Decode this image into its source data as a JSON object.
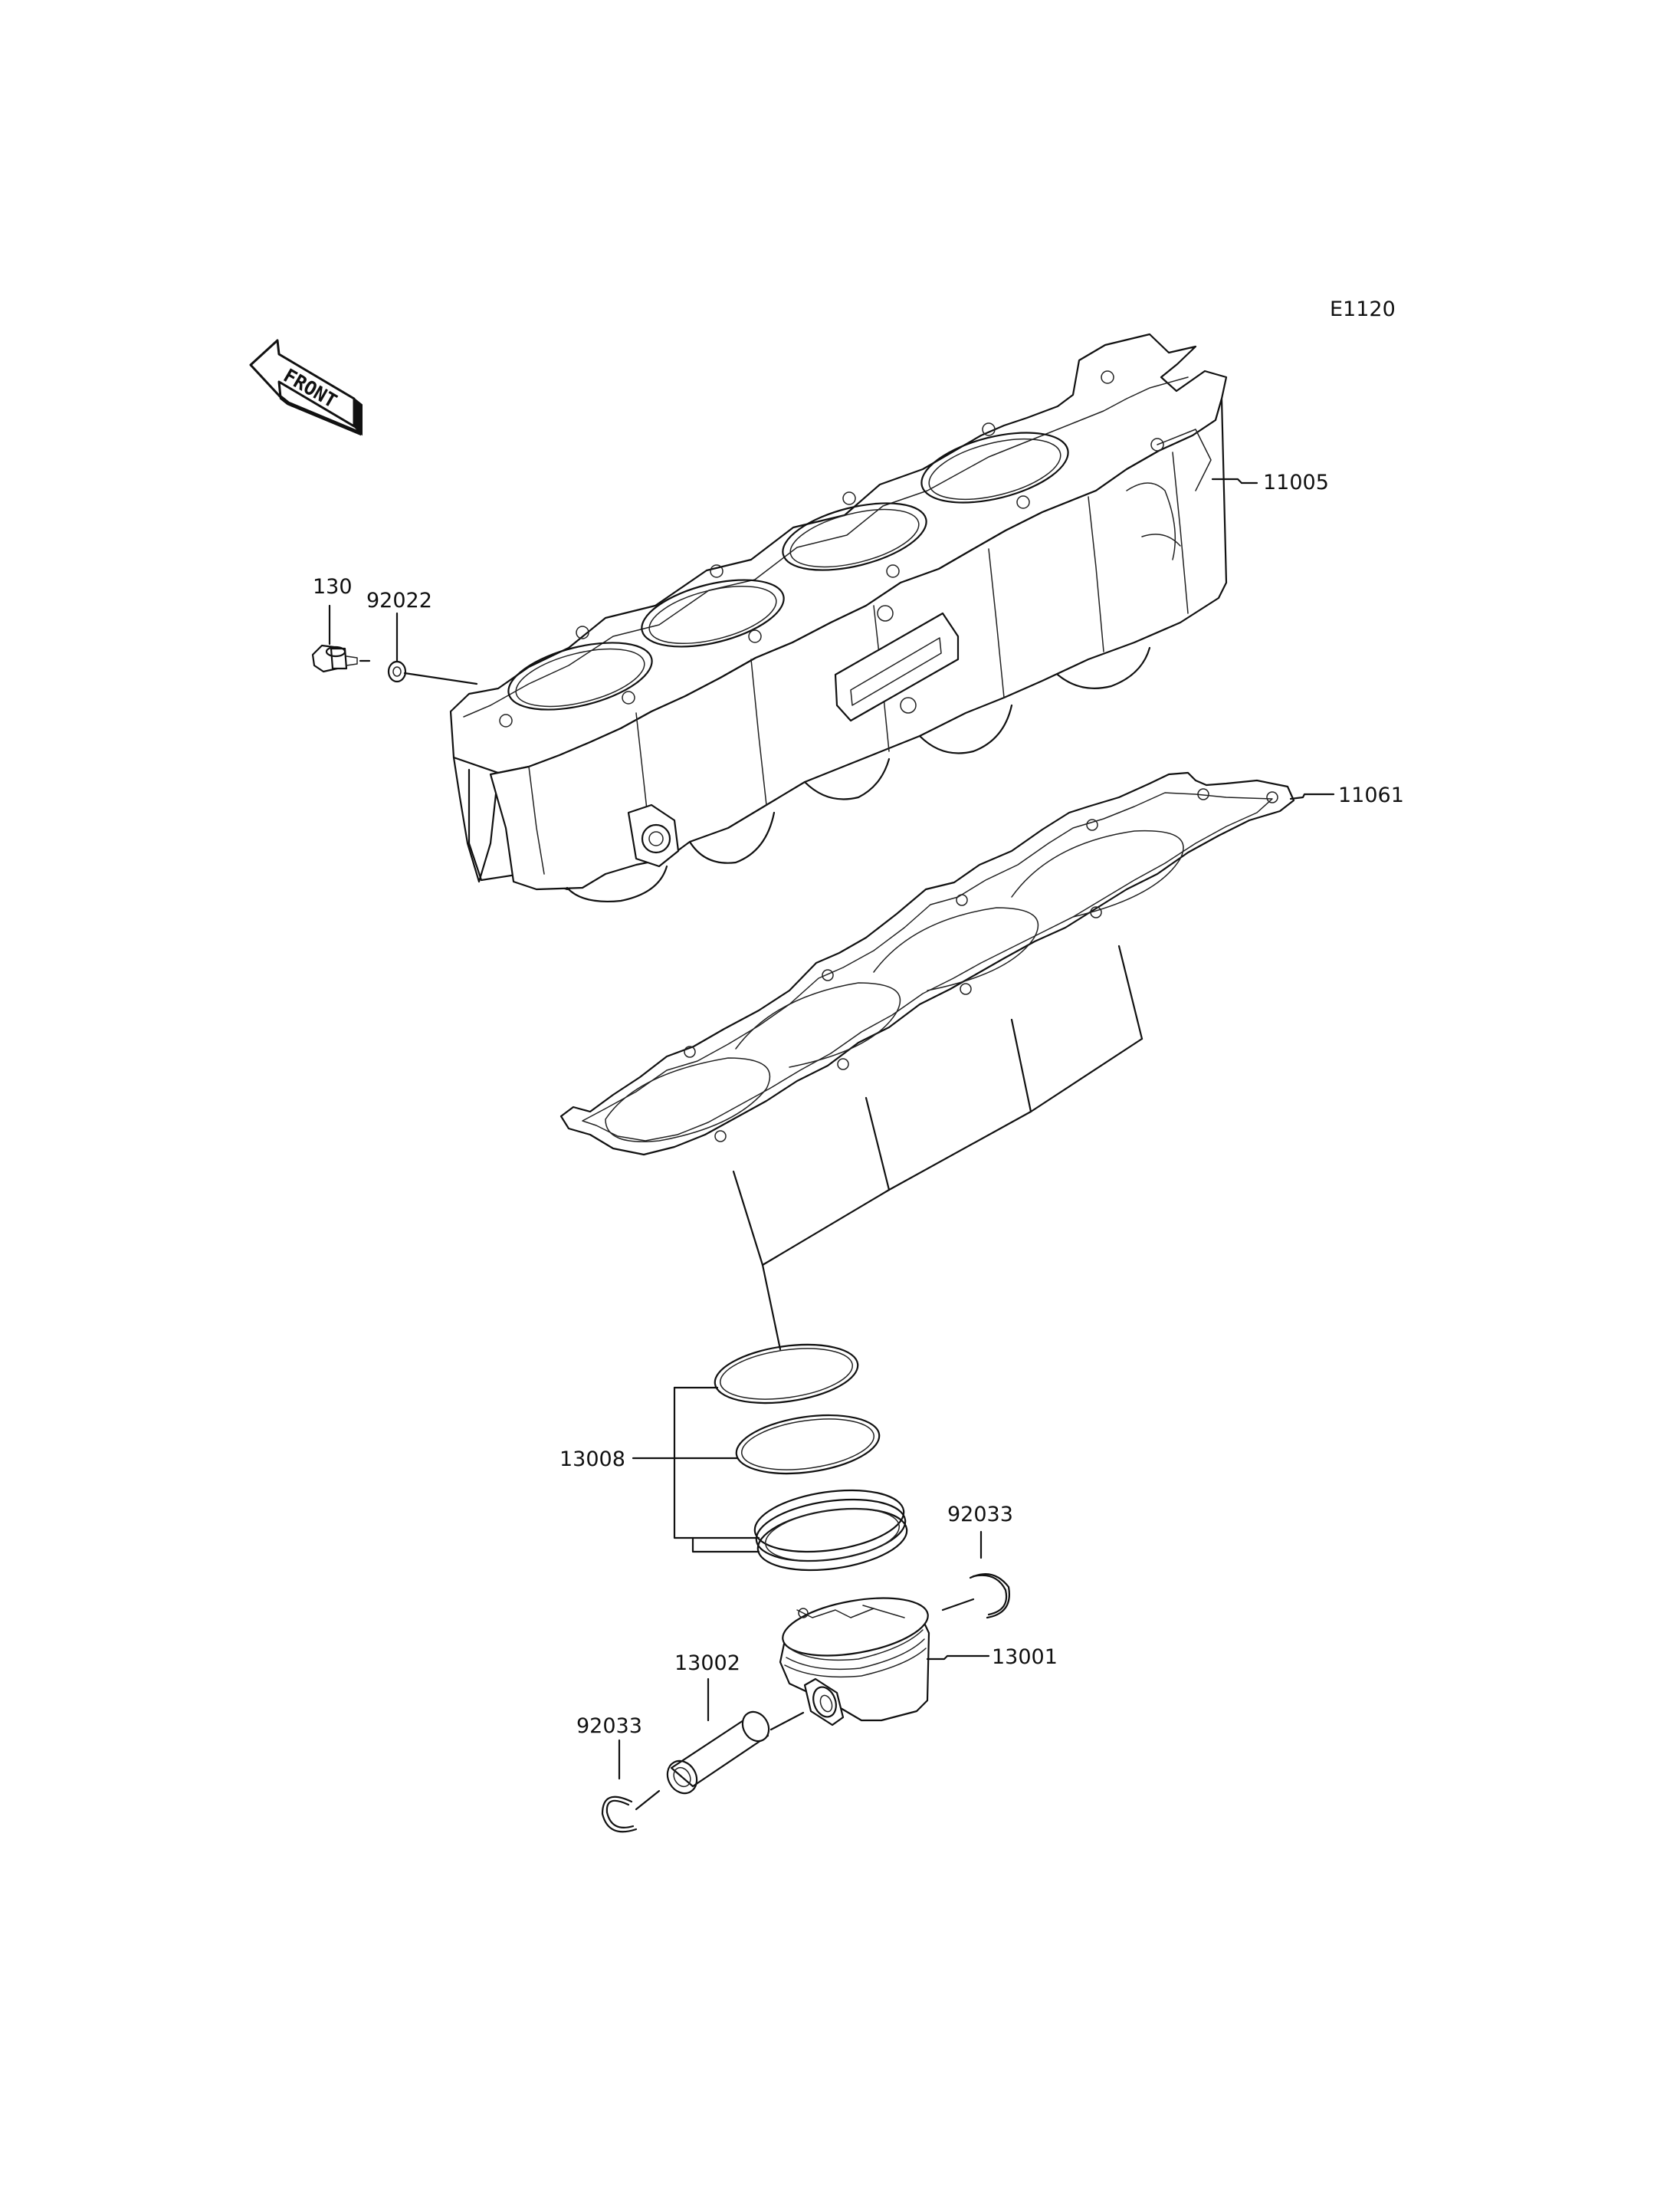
{
  "diagram_code": "E1120",
  "front_label": "FRONT",
  "parts": {
    "cylinder": "11005",
    "gasket": "11061",
    "bolt": "130",
    "washer": "92022",
    "piston_rings": "13008",
    "circlip_right": "92033",
    "piston": "13001",
    "piston_pin": "13002",
    "circlip_left": "92033"
  }
}
